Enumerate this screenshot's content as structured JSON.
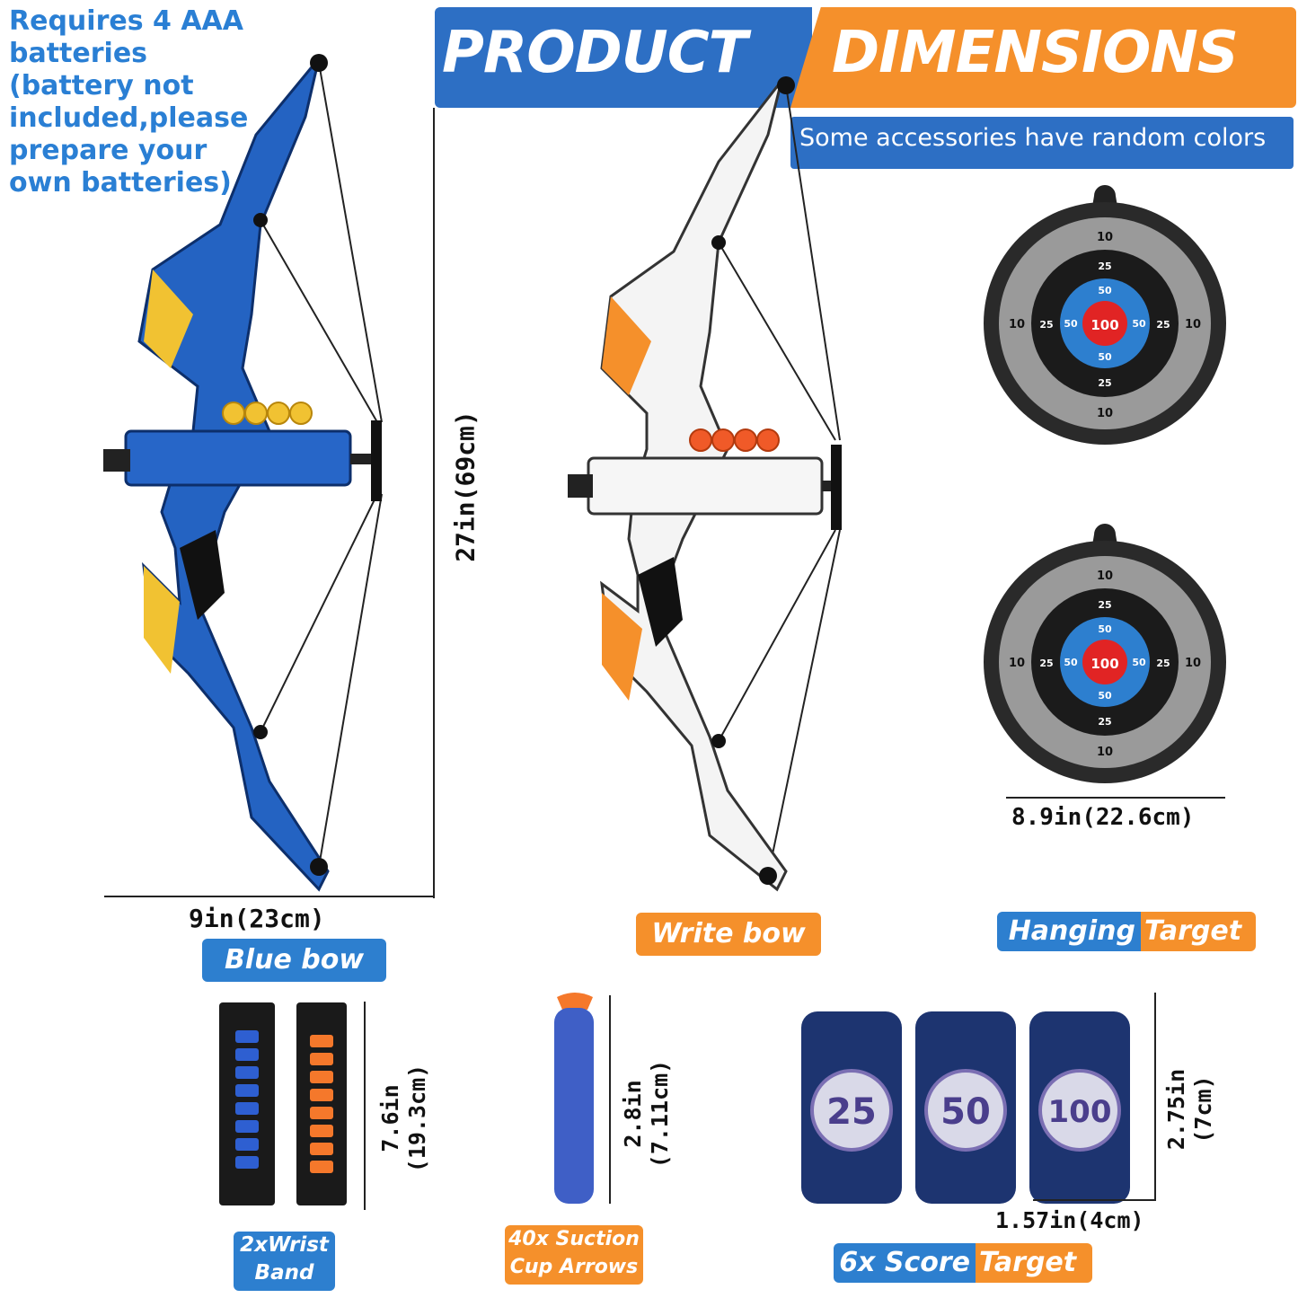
{
  "battery_note": [
    "Requires 4 AAA batteries",
    "(battery not",
    "included,please",
    "prepare your",
    "own batteries)"
  ],
  "header": {
    "left": "PRODUCT",
    "right": "DIMENSIONS",
    "subtitle": "Some accessories have random colors"
  },
  "dimensions": {
    "bow_height": "27in(69cm)",
    "bow_width": "9in(23cm)",
    "target_width": "8.9in(22.6cm)",
    "wrist_line1": "7.6in",
    "wrist_line2": "(19.3cm)",
    "arrow_line1": "2.8in",
    "arrow_line2": "(7.11cm)",
    "can_h_line1": "2.75in",
    "can_h_line2": "(7cm)",
    "can_width": "1.57in(4cm)"
  },
  "labels": {
    "blue_bow": "Blue bow",
    "write_bow": "Write bow",
    "hanging_a": "Hanging",
    "hanging_b": "Target",
    "wrist_1": "2xWrist",
    "wrist_2": "Band",
    "arrows_1": "40x  Suction",
    "arrows_2": "Cup Arrows",
    "score_a": "6x Score",
    "score_b": "Target"
  },
  "target_rings": {
    "outer": "10",
    "mid": "25",
    "inner": "50",
    "center": "100"
  },
  "cans": [
    "25",
    "50",
    "100"
  ],
  "colors": {
    "blue": "#2d6fc4",
    "orange": "#f5902b",
    "note": "#2a7fd4"
  }
}
